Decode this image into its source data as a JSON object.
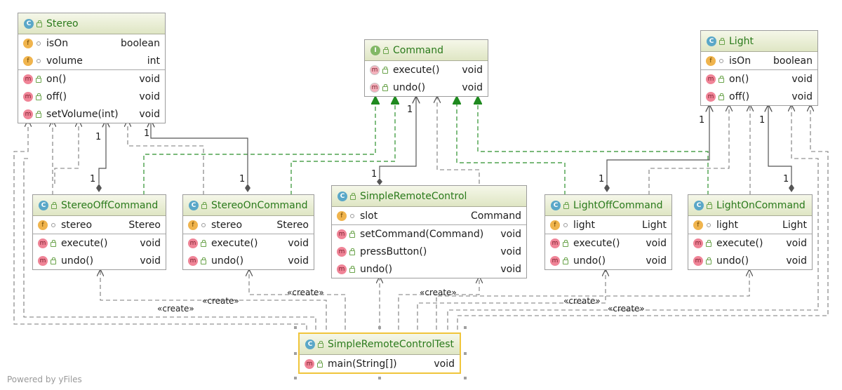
{
  "classes": [
    {
      "id": "stereo",
      "kind": "C",
      "name": "Stereo",
      "fields": [
        {
          "name": "isOn",
          "type": "boolean"
        },
        {
          "name": "volume",
          "type": "int"
        }
      ],
      "methods": [
        {
          "name": "on()",
          "type": "void"
        },
        {
          "name": "off()",
          "type": "void"
        },
        {
          "name": "setVolume(int)",
          "type": "void"
        }
      ]
    },
    {
      "id": "command",
      "kind": "I",
      "name": "Command",
      "fields": [],
      "methods": [
        {
          "name": "execute()",
          "type": "void"
        },
        {
          "name": "undo()",
          "type": "void"
        }
      ]
    },
    {
      "id": "light",
      "kind": "C",
      "name": "Light",
      "fields": [
        {
          "name": "isOn",
          "type": "boolean"
        }
      ],
      "methods": [
        {
          "name": "on()",
          "type": "void"
        },
        {
          "name": "off()",
          "type": "void"
        }
      ]
    },
    {
      "id": "stereooff",
      "kind": "C",
      "name": "StereoOffCommand",
      "fields": [
        {
          "name": "stereo",
          "type": "Stereo"
        }
      ],
      "methods": [
        {
          "name": "execute()",
          "type": "void"
        },
        {
          "name": "undo()",
          "type": "void"
        }
      ]
    },
    {
      "id": "stereoon",
      "kind": "C",
      "name": "StereoOnCommand",
      "fields": [
        {
          "name": "stereo",
          "type": "Stereo"
        }
      ],
      "methods": [
        {
          "name": "execute()",
          "type": "void"
        },
        {
          "name": "undo()",
          "type": "void"
        }
      ]
    },
    {
      "id": "remote",
      "kind": "C",
      "name": "SimpleRemoteControl",
      "fields": [
        {
          "name": "slot",
          "type": "Command"
        }
      ],
      "methods": [
        {
          "name": "setCommand(Command)",
          "type": "void"
        },
        {
          "name": "pressButton()",
          "type": "void"
        },
        {
          "name": "undo()",
          "type": "void"
        }
      ]
    },
    {
      "id": "lightoff",
      "kind": "C",
      "name": "LightOffCommand",
      "fields": [
        {
          "name": "light",
          "type": "Light"
        }
      ],
      "methods": [
        {
          "name": "execute()",
          "type": "void"
        },
        {
          "name": "undo()",
          "type": "void"
        }
      ]
    },
    {
      "id": "lighton",
      "kind": "C",
      "name": "LightOnCommand",
      "fields": [
        {
          "name": "light",
          "type": "Light"
        }
      ],
      "methods": [
        {
          "name": "execute()",
          "type": "void"
        },
        {
          "name": "undo()",
          "type": "void"
        }
      ]
    },
    {
      "id": "test",
      "kind": "C",
      "name": "SimpleRemoteControlTest",
      "fields": [],
      "methods": [
        {
          "name": "main(String[])",
          "type": "void"
        }
      ]
    }
  ],
  "labels": {
    "create": "«create»",
    "mult_one": "1"
  },
  "watermark": "Powered by yFiles",
  "colors": {
    "class_name": "#2a7a1b",
    "realization": "#1f8a1f",
    "dependency": "#7a7a7a",
    "composition": "#4a4a4a",
    "selection": "#f0c53b"
  }
}
